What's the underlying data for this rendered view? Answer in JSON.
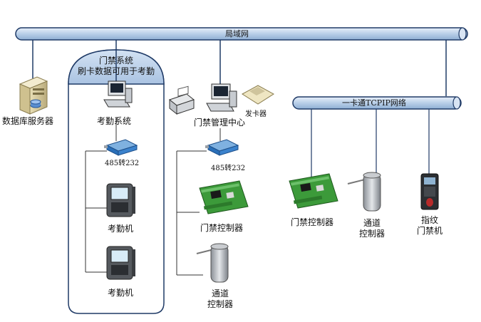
{
  "lan_bus": {
    "label": "局域网"
  },
  "tcpip_bus": {
    "label": "一卡通TCPIP网络"
  },
  "attendance_zone": {
    "title_line1": "门禁系统",
    "title_line2": "刷卡数据可用于考勤",
    "system_label": "考勤系统",
    "converter_label": "485转232",
    "terminal1_label": "考勤机",
    "terminal2_label": "考勤机"
  },
  "db_server": {
    "label": "数据库服务器"
  },
  "access_center": {
    "label": "门禁管理中心",
    "card_issuer_label": "发卡器",
    "converter_label": "485转232",
    "controller_label": "门禁控制器",
    "turnstile_label_line1": "通道",
    "turnstile_label_line2": "控制器"
  },
  "tcpip_devices": {
    "controller_label": "门禁控制器",
    "turnstile_label_line1": "通道",
    "turnstile_label_line2": "控制器",
    "fingerprint_label_line1": "指纹",
    "fingerprint_label_line2": "门禁机"
  },
  "colors": {
    "bus_fill": "#bcd2ea",
    "bus_stroke": "#1f3a66",
    "zone_stroke": "#1f3a66",
    "zone_header": "#bfd3ec",
    "board_green": "#3c9a3a",
    "converter_blue": "#2a6fb8"
  }
}
